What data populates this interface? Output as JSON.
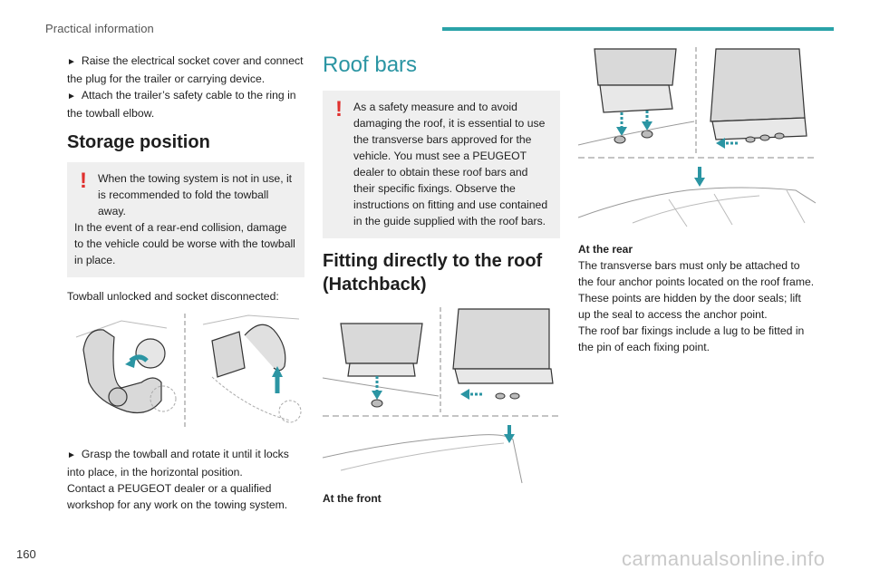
{
  "header": {
    "section_title": "Practical information"
  },
  "page_number": "160",
  "watermark": "carmanualsonline.info",
  "col1": {
    "intro_lines": [
      "Raise the electrical socket cover and connect the plug for the trailer or carrying device.",
      "Attach the trailer’s safety cable to the ring in the towball elbow."
    ],
    "storage_heading": "Storage position",
    "warning_lines": [
      "When the towing system is not in use, it is recommended to fold the towball away.",
      "In the event of a rear-end collision, damage to the vehicle could be worse with the towball in place."
    ],
    "towball_caption": "Towball unlocked and socket disconnected:",
    "grasp_line": "Grasp the towball and rotate it until it locks into place, in the horizontal position.",
    "contact_line": "Contact a PEUGEOT dealer or a qualified workshop for any work on the towing system."
  },
  "col2": {
    "roof_heading": "Roof bars",
    "warning_text": "As a safety measure and to avoid damaging the roof, it is essential to use the transverse bars approved for the vehicle. You must see a PEUGEOT dealer to obtain these roof bars and their specific fixings. Observe the instructions on fitting and use contained in the guide supplied with the roof bars.",
    "fitting_heading": "Fitting directly to the roof (Hatchback)",
    "front_caption": "At the front"
  },
  "col3": {
    "rear_caption": "At the rear",
    "rear_lines": [
      "The transverse bars must only be attached to the four anchor points located on the roof frame. These points are hidden by the door seals; lift up the seal to access the anchor point.",
      "The roof bar fixings include a lug to be fitted in the pin of each fixing point."
    ]
  },
  "colors": {
    "accent": "#2aa3a8",
    "heading": "#2b95a3",
    "warning": "#e0302e",
    "arrow": "#2b95a3"
  },
  "icons": {
    "bullet": "triangle-right-icon",
    "warning": "exclamation-icon"
  }
}
